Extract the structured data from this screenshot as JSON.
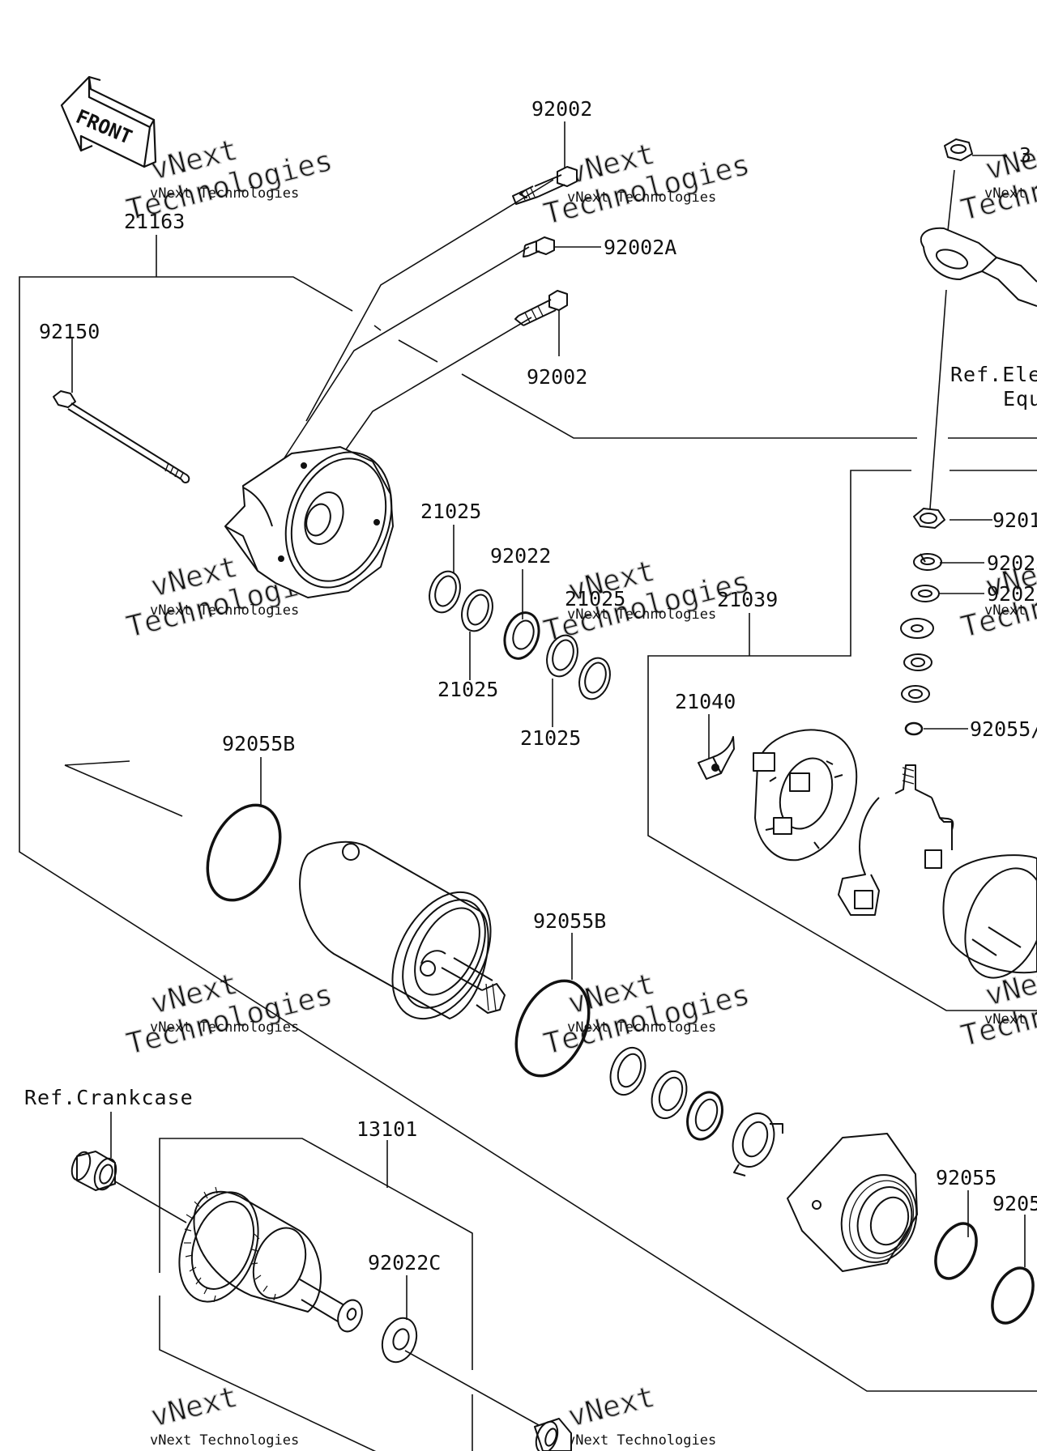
{
  "diagram": {
    "front_label": "FRONT",
    "callouts": {
      "p92002_top": "92002",
      "p92002a": "92002A",
      "p92002_mid": "92002",
      "p21163": "21163",
      "p92150": "92150",
      "p21025_a": "21025",
      "p92022": "92022",
      "p21025_b": "21025",
      "p21025_c": "21025",
      "p21025_d": "21025",
      "p21039": "21039",
      "p21040": "21040",
      "p92055b_a": "92055B",
      "p92055b_b": "92055B",
      "p13101": "13101",
      "p92022c": "92022C",
      "p92055": "92055",
      "p9205_cut": "9205",
      "p3_cut": "3",
      "p9201_cut": "9201",
      "p9202_cut_a": "9202",
      "p9202_cut_b": "9202",
      "p92055a_cut": "92055/"
    },
    "references": {
      "crankcase": "Ref.Crankcase",
      "electrical_line1": "Ref.Ele",
      "electrical_line2": "Equ"
    },
    "watermark": {
      "line_small": "vNext Technologies",
      "line_a": "vNext",
      "line_b": "Technologies"
    }
  }
}
